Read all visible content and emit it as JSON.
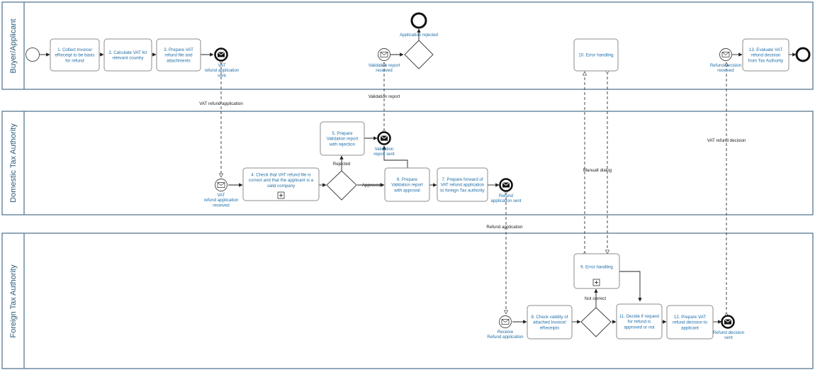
{
  "lanes": [
    {
      "id": "buyer",
      "label": "Buyer/Applicant"
    },
    {
      "id": "domestic",
      "label": "Domestic Tax Authority"
    },
    {
      "id": "foreign",
      "label": "Foreign Tax Authority"
    }
  ],
  "tasks": [
    {
      "id": "t1",
      "lines": [
        "1. Collect Invoice/",
        "eReceipt to be basis",
        "for refund"
      ]
    },
    {
      "id": "t2",
      "lines": [
        "2. Calculate VAT for",
        "relevant country"
      ]
    },
    {
      "id": "t3",
      "lines": [
        "3. Prepare VAT",
        "refund file and",
        "attachments"
      ]
    },
    {
      "id": "t10",
      "lines": [
        "10. Error handling"
      ]
    },
    {
      "id": "t13",
      "lines": [
        "13. Evaluate VAT",
        "refund decision",
        "from Tax Authority"
      ]
    },
    {
      "id": "t5",
      "lines": [
        "5. Prepare",
        "Validation report",
        "with rejection"
      ]
    },
    {
      "id": "t4",
      "lines": [
        "4. Check that VAT refund file is",
        "correct and that the applicant is a",
        "valid company"
      ]
    },
    {
      "id": "t6",
      "lines": [
        "6. Prepare",
        "Validation report",
        "with approval"
      ]
    },
    {
      "id": "t7",
      "lines": [
        "7. Prepare forward of",
        "VAT refund application",
        "to foreign Tax authority"
      ]
    },
    {
      "id": "t9",
      "lines": [
        "9. Error handling"
      ]
    },
    {
      "id": "t8",
      "lines": [
        "8. Check validity of",
        "attached Invoice/",
        "eReceipts"
      ]
    },
    {
      "id": "t11",
      "lines": [
        "11. Decide if request",
        "for refund is",
        "approved or not"
      ]
    },
    {
      "id": "t12",
      "lines": [
        "12. Prepare VAT",
        "refund decision to",
        "applicant"
      ]
    }
  ],
  "events": [
    {
      "id": "e_sent1",
      "lines": [
        "VAT",
        "refund application",
        "sent"
      ]
    },
    {
      "id": "e_valrec",
      "lines": [
        "Validation report",
        "received"
      ]
    },
    {
      "id": "e_endrej",
      "lines": [
        "Application rejected"
      ]
    },
    {
      "id": "e_decrec",
      "lines": [
        "Refund decision",
        "received"
      ]
    },
    {
      "id": "e_apprec",
      "lines": [
        "VAT",
        "refund application",
        "received"
      ]
    },
    {
      "id": "e_valsent",
      "lines": [
        "Validation",
        "report sent"
      ]
    },
    {
      "id": "e_refsent",
      "lines": [
        "Refund",
        "application sent"
      ]
    },
    {
      "id": "e_recref",
      "lines": [
        "Receive",
        "Refund application"
      ]
    },
    {
      "id": "e_decsent",
      "lines": [
        "Refund decision",
        "sent"
      ]
    }
  ],
  "flow_labels": {
    "vat_refund_application": "VAT refund application",
    "validation_report": "Validation report",
    "rejected": "Rejected",
    "approved": "Approved",
    "manual_dialog": "Manualt dialog",
    "vat_refund_decision": "VAT refund decision",
    "refund_application": "Refund application",
    "not_correct": "Not correct"
  },
  "colors": {
    "lane_border": "#4a6f8a",
    "lane_label": "#2b5a7a",
    "task_text": "#1f6fa8"
  }
}
